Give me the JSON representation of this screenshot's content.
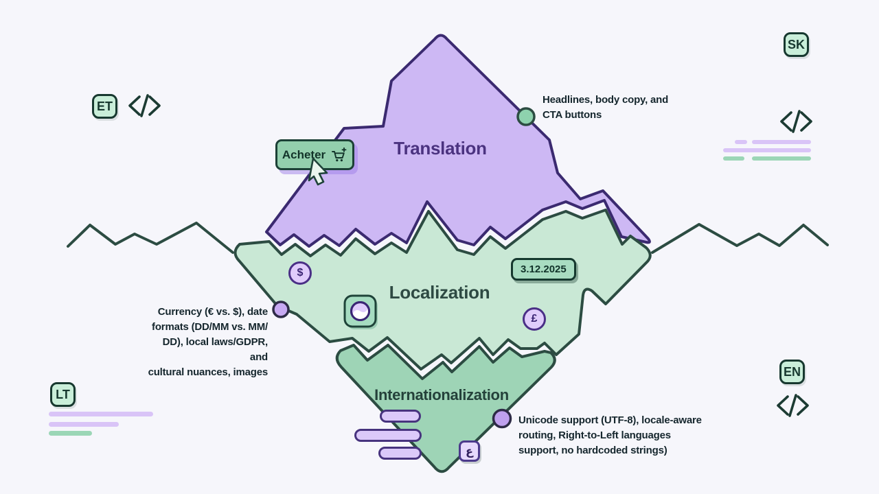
{
  "layers": {
    "translation": {
      "label": "Translation"
    },
    "localization": {
      "label": "Localization"
    },
    "internationalization": {
      "label": "Internationalization"
    }
  },
  "annotations": {
    "translation": {
      "lines": [
        "Headlines, body copy, and",
        "CTA buttons"
      ]
    },
    "localization": {
      "lines": [
        "Currency (€ vs. $), date",
        "formats (DD/MM vs. MM/",
        "DD), local laws/GDPR, and",
        "cultural nuances, images"
      ]
    },
    "internationalization": {
      "lines": [
        "Unicode support (UTF-8), locale-aware",
        "routing,  Right-to-Left languages",
        "support, no hardcoded strings)"
      ]
    }
  },
  "language_badges": {
    "top_left": "ET",
    "top_right": "SK",
    "bottom_left": "LT",
    "bottom_right": "EN"
  },
  "cta_button": {
    "label": "Acheter",
    "icon": "cart-plus-icon"
  },
  "date_badge": {
    "value": "3.12.2025"
  },
  "symbols": {
    "dollar": "$",
    "pound": "£",
    "arabic_ain": "ع"
  },
  "icons": {
    "code": "code-icon",
    "cursor": "cursor-icon",
    "culture": "yin-yang-icon"
  },
  "colors": {
    "background": "#f6f6fb",
    "translation_fill": "#cdb8f4",
    "translation_stroke": "#3b2a70",
    "localization_fill": "#c9e8d5",
    "internationalization_fill": "#9ed4b6",
    "green_stroke": "#2c4c42",
    "badge_fill": "#c9eed9",
    "accent_purple": "#d9c4f7",
    "accent_green": "#9bd6b6"
  }
}
